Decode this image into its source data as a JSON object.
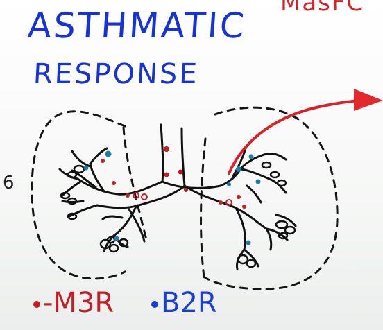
{
  "board": {
    "top_fragment": "MasFC",
    "title_line1": "ASTHMATIC",
    "title_line2": "RESPONSE",
    "side_mark": "6"
  },
  "legend": {
    "m3r_label": "-M3R",
    "b2r_label": "B2R"
  },
  "colors": {
    "title_blue": "#1733d6",
    "red_marker": "#d6232a",
    "receptor_m3r": "#c51f26",
    "receptor_b2r": "#1c7fa6",
    "ink": "#111111"
  },
  "icons": {
    "arrow": "red-arrow-icon",
    "lungs": "lung-outline-icon"
  }
}
